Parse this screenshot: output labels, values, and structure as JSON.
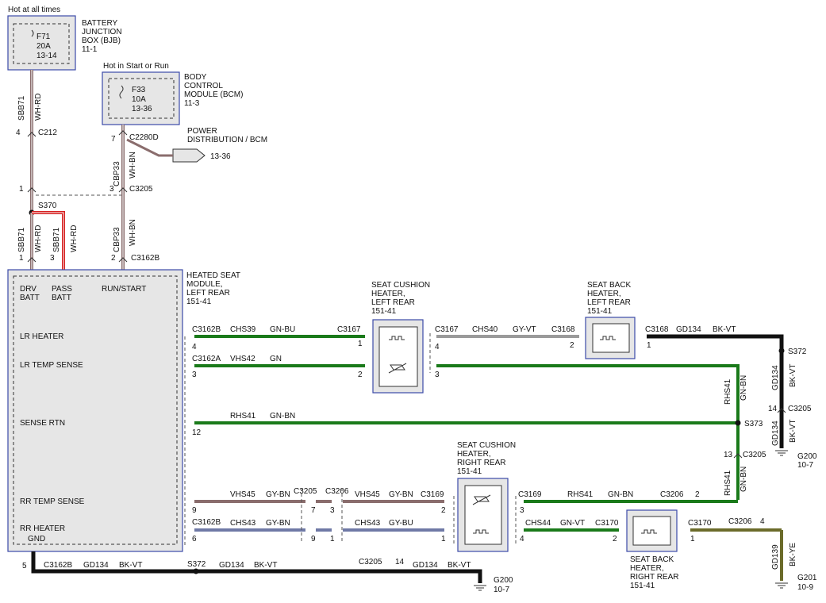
{
  "bjb": {
    "note": "Hot at all times",
    "fuse": [
      "F71",
      "20A",
      "13-14"
    ],
    "title": [
      "BATTERY",
      "JUNCTION",
      "BOX (BJB)",
      "11-1"
    ]
  },
  "bcm": {
    "note": "Hot in Start or Run",
    "fuse": [
      "F33",
      "10A",
      "13-36"
    ],
    "title": [
      "BODY",
      "CONTROL",
      "MODULE (BCM)",
      "11-3"
    ]
  },
  "power_dist": {
    "title": [
      "POWER",
      "DISTRIBUTION / BCM"
    ],
    "ref": "13-36",
    "connector": "C2280D",
    "pin": "7"
  },
  "top_wires": {
    "sbb71": "SBB71",
    "whrd": "WH-RD",
    "cbp33": "CBP33",
    "whbn": "WH-BN",
    "c212": "C212",
    "c212_pin": "4",
    "c3205": "C3205",
    "c3205_pin_left": "1",
    "c3205_pin_right": "3",
    "splice_s370": "S370",
    "pin1": "1",
    "pin3": "3",
    "pin2": "2",
    "c3162b": "C3162B"
  },
  "module": {
    "title": [
      "HEATED SEAT",
      "MODULE,",
      "LEFT REAR",
      "151-41"
    ],
    "pins": [
      "DRV",
      "BATT",
      "PASS",
      "BATT",
      "RUN/START"
    ],
    "labels": {
      "lr_heater": "LR HEATER",
      "lr_temp": "LR TEMP SENSE",
      "sense_rtn": "SENSE RTN",
      "rr_temp": "RR TEMP SENSE",
      "rr_heater": "RR HEATER",
      "gnd": "GND"
    }
  },
  "row1": {
    "conn_a": "C3162B",
    "pin_a": "4",
    "circuit": "CHS39",
    "color": "GN-BU",
    "conn_b": "C3167",
    "pin_b": "1",
    "conn_c": "C3167",
    "pin_c": "4",
    "circuit2": "CHS40",
    "color2": "GY-VT",
    "conn_d": "C3168",
    "pin_d": "2",
    "conn_e": "C3168",
    "pin_e": "1",
    "circuit3": "GD134",
    "color3": "BK-VT"
  },
  "row2": {
    "conn_a": "C3162A",
    "pin_a": "3",
    "circuit": "VHS42",
    "color": "GN",
    "pin_b": "2",
    "pin_c": "3"
  },
  "row3": {
    "circuit": "RHS41",
    "color": "GN-BN",
    "pin": "12"
  },
  "seat_cushion_lr": [
    "SEAT CUSHION",
    "HEATER,",
    "LEFT REAR",
    "151-41"
  ],
  "seat_back_lr": [
    "SEAT BACK",
    "HEATER,",
    "LEFT REAR",
    "151-41"
  ],
  "right_side": {
    "s372": "S372",
    "gd134": "GD134",
    "bkvt": "BK-VT",
    "c3205": "C3205",
    "pin14": "14",
    "pin13": "13",
    "rhs41": "RHS41",
    "gnbn": "GN-BN",
    "s373": "S373",
    "g200": "G200",
    "g200_ref": "10-7"
  },
  "row4": {
    "pin_a": "9",
    "circuit": "VHS45",
    "color": "GY-BN",
    "conn_b": "C3205",
    "pin_b": "7",
    "conn_c": "C3206",
    "pin_c": "3",
    "circuit2": "VHS45",
    "color2": "GY-BN",
    "conn_d": "C3169",
    "pin_d": "2",
    "conn_e": "C3169",
    "pin_e": "3",
    "circuit3": "RHS41",
    "color3": "GN-BN",
    "conn_f": "C3206",
    "pin_f": "2"
  },
  "row5": {
    "conn_a": "C3162B",
    "pin_a": "6",
    "circuit": "CHS43",
    "color": "GY-BN",
    "pin_b": "9",
    "pin_c": "1",
    "circuit2": "CHS43",
    "color2": "GY-BU",
    "pin_d": "1",
    "pin_e": "4",
    "circuit3": "CHS44",
    "color3": "GN-VT",
    "conn_f": "C3170",
    "pin_f": "2",
    "conn_g": "C3170",
    "pin_g": "1",
    "conn_h": "C3206",
    "pin_h": "4"
  },
  "seat_cushion_rr": [
    "SEAT CUSHION",
    "HEATER,",
    "RIGHT REAR",
    "151-41"
  ],
  "seat_back_rr": [
    "SEAT BACK",
    "HEATER,",
    "RIGHT REAR",
    "151-41"
  ],
  "g201": {
    "circuit": "GD139",
    "color": "BK-YE",
    "name": "G201",
    "ref": "10-9"
  },
  "row6": {
    "pin_a": "5",
    "conn_a": "C3162B",
    "circuit": "GD134",
    "color": "BK-VT",
    "splice": "S372",
    "circuit2": "GD134",
    "color2": "BK-VT",
    "conn_b": "C3205",
    "pin_b": "14",
    "circuit3": "GD134",
    "color3": "BK-VT",
    "ground": "G200",
    "ground_ref": "10-7"
  }
}
